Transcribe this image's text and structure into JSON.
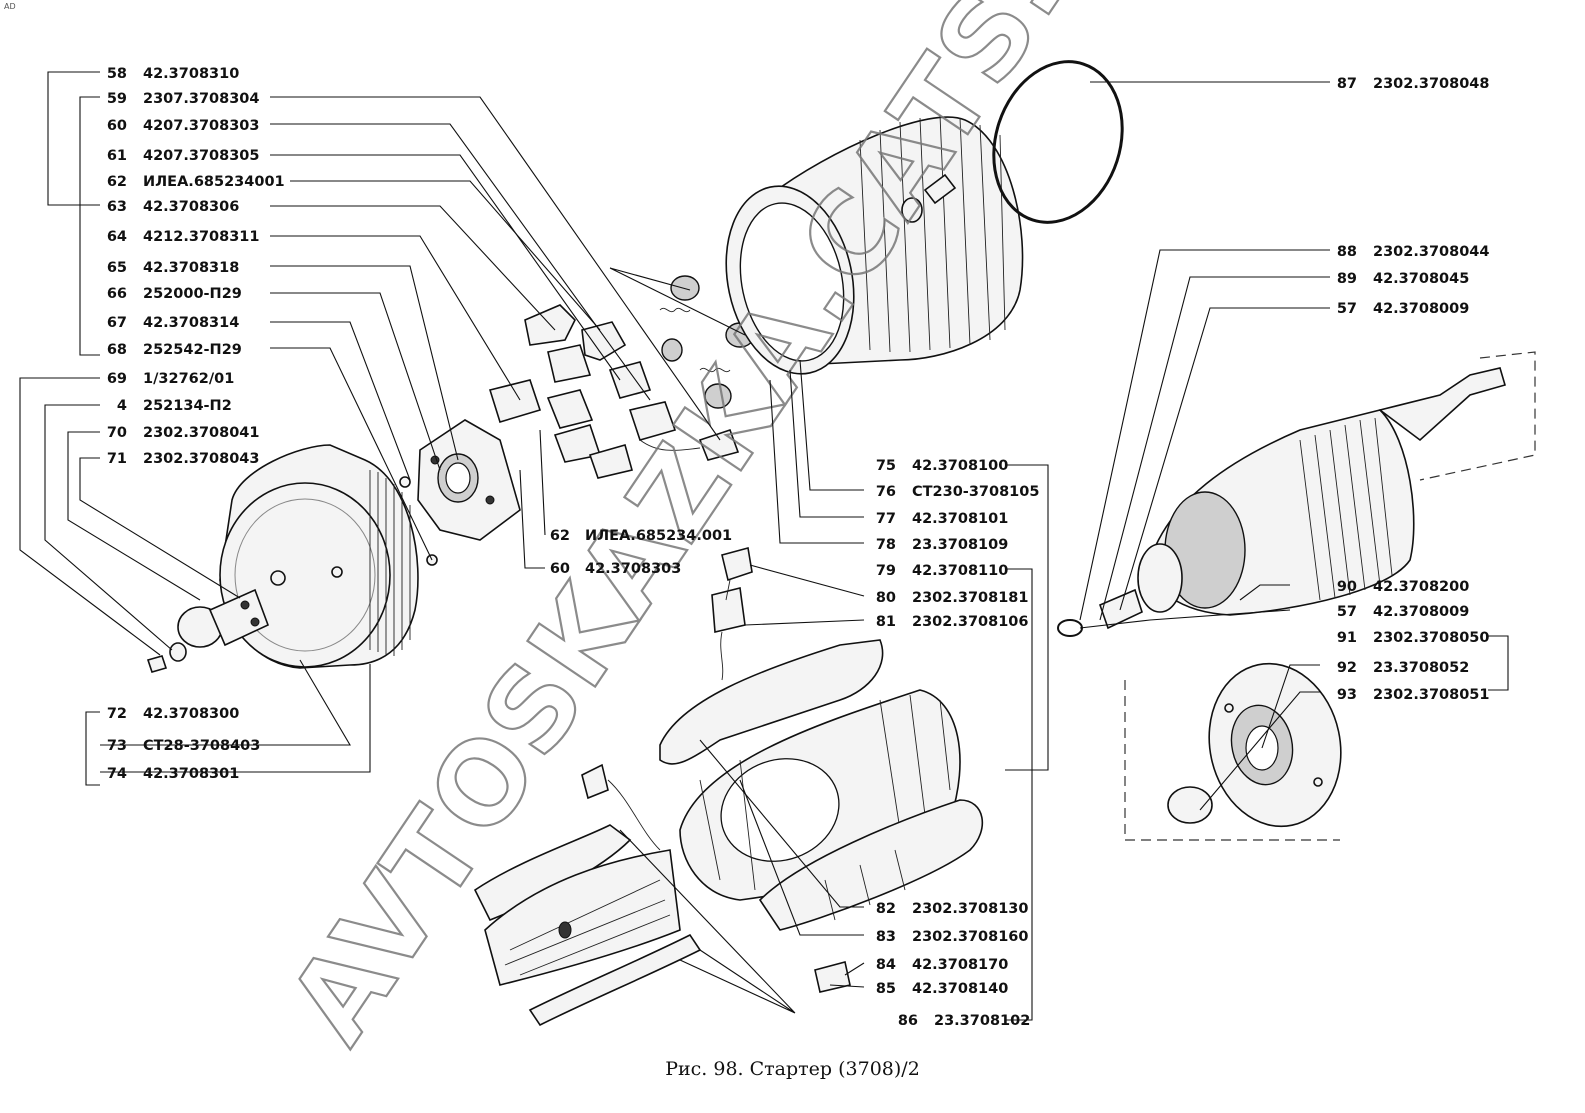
{
  "corner_mark": "AD",
  "caption": "Рис. 98. Стартер (3708)/2",
  "watermark": "AVTOSKAZKA.CATS.ONLINE",
  "labels": [
    {
      "num": "58",
      "code": "42.3708310"
    },
    {
      "num": "59",
      "code": "2307.3708304"
    },
    {
      "num": "60",
      "code": "4207.3708303"
    },
    {
      "num": "61",
      "code": "4207.3708305"
    },
    {
      "num": "62",
      "code": "ИЛЕА.685234001"
    },
    {
      "num": "63",
      "code": "42.3708306"
    },
    {
      "num": "64",
      "code": "4212.3708311"
    },
    {
      "num": "65",
      "code": "42.3708318"
    },
    {
      "num": "66",
      "code": "252000-П29"
    },
    {
      "num": "67",
      "code": "42.3708314"
    },
    {
      "num": "68",
      "code": "252542-П29"
    },
    {
      "num": "69",
      "code": "1/32762/01"
    },
    {
      "num": "4",
      "code": "252134-П2"
    },
    {
      "num": "70",
      "code": "2302.3708041"
    },
    {
      "num": "71",
      "code": "2302.3708043"
    },
    {
      "num": "72",
      "code": "42.3708300"
    },
    {
      "num": "73",
      "code": "СТ28-3708403"
    },
    {
      "num": "74",
      "code": "42.3708301"
    },
    {
      "num": "62",
      "code": "ИЛЕА.685234.001"
    },
    {
      "num": "60",
      "code": "42.3708303"
    },
    {
      "num": "87",
      "code": "2302.3708048"
    },
    {
      "num": "88",
      "code": "2302.3708044"
    },
    {
      "num": "89",
      "code": "42.3708045"
    },
    {
      "num": "57",
      "code": "42.3708009"
    },
    {
      "num": "75",
      "code": "42.3708100"
    },
    {
      "num": "76",
      "code": "СТ230-3708105"
    },
    {
      "num": "77",
      "code": "42.3708101"
    },
    {
      "num": "78",
      "code": "23.3708109"
    },
    {
      "num": "79",
      "code": "42.3708110"
    },
    {
      "num": "80",
      "code": "2302.3708181"
    },
    {
      "num": "81",
      "code": "2302.3708106"
    },
    {
      "num": "90",
      "code": "42.3708200"
    },
    {
      "num": "57",
      "code": "42.3708009"
    },
    {
      "num": "91",
      "code": "2302.3708050"
    },
    {
      "num": "92",
      "code": "23.3708052"
    },
    {
      "num": "93",
      "code": "2302.3708051"
    },
    {
      "num": "82",
      "code": "2302.3708130"
    },
    {
      "num": "83",
      "code": "2302.3708160"
    },
    {
      "num": "84",
      "code": "42.3708170"
    },
    {
      "num": "85",
      "code": "42.3708140"
    },
    {
      "num": "86",
      "code": "23.3708102"
    }
  ]
}
